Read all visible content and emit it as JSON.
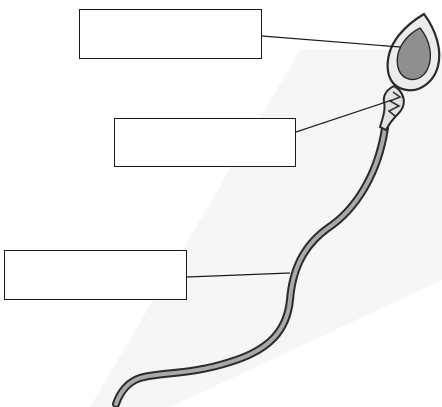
{
  "diagram": {
    "labels": [
      {
        "id": "head",
        "text": ""
      },
      {
        "id": "midpiece",
        "text": ""
      },
      {
        "id": "tail",
        "text": ""
      }
    ]
  },
  "colors": {
    "outline": "#2b2b2b",
    "head_outer": "#ececec",
    "head_nucleus": "#8f8f8f",
    "tail_shade": "#9a9a9a",
    "background_shade": "#f1f1f1",
    "box_border": "#1a1a1a"
  }
}
